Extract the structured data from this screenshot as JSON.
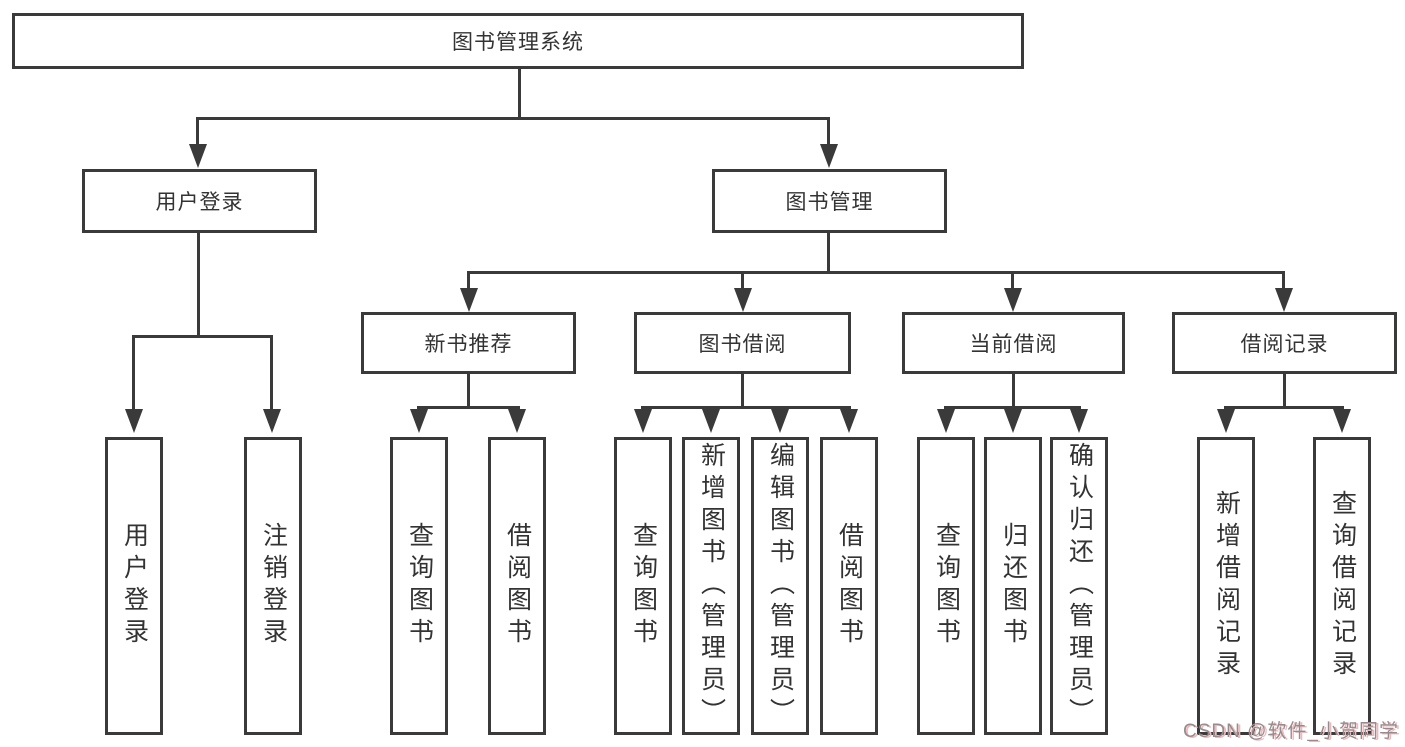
{
  "diagram": {
    "root": "图书管理系统",
    "level2": [
      "用户登录",
      "图书管理"
    ],
    "level3": [
      "新书推荐",
      "图书借阅",
      "当前借阅",
      "借阅记录"
    ],
    "leaves": {
      "user_login": [
        "用户登录",
        "注销登录"
      ],
      "new_books": [
        "查询图书",
        "借阅图书"
      ],
      "book_borrow": [
        "查询图书",
        "新增图书（管理员）",
        "编辑图书（管理员）",
        "借阅图书"
      ],
      "current_borrow": [
        "查询图书",
        "归还图书",
        "确认归还（管理员）"
      ],
      "borrow_records": [
        "新增借阅记录",
        "查询借阅记录"
      ]
    }
  },
  "watermark": "CSDN @软件_小贺同学",
  "colors": {
    "line": "#3a3a3a",
    "text": "#333333",
    "background": "#ffffff",
    "watermark_text": "#8f8f8f",
    "watermark_shadow": "#f3b6bc"
  }
}
